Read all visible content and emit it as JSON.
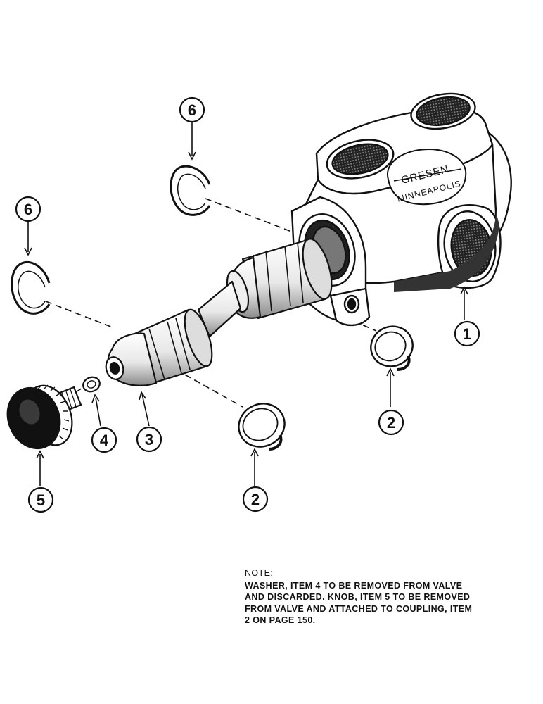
{
  "brand": {
    "line1": "GRESEN",
    "line2": "MINNEAPOLIS"
  },
  "callouts": {
    "c1": "1",
    "c2a": "2",
    "c2b": "2",
    "c3": "3",
    "c4": "4",
    "c5": "5",
    "c6a": "6",
    "c6b": "6"
  },
  "note": {
    "title": "NOTE:",
    "body": "WASHER, ITEM 4 TO BE REMOVED FROM VALVE\nAND DISCARDED. KNOB, ITEM 5 TO BE REMOVED\nFROM VALVE AND ATTACHED TO COUPLING, ITEM\n2 ON PAGE 150."
  },
  "colors": {
    "ink": "#111111",
    "paper": "#ffffff",
    "shade": "#555555"
  }
}
